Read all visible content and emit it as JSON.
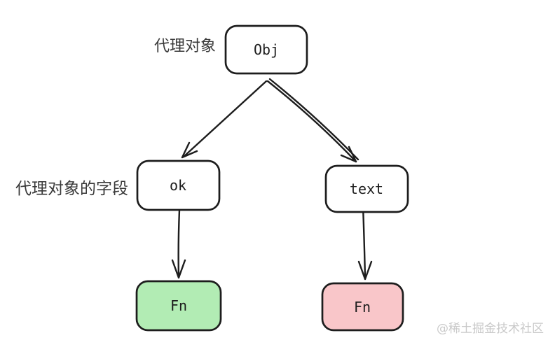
{
  "diagram": {
    "annotations": {
      "proxy_object": "代理对象",
      "proxy_object_fields": "代理对象的字段"
    },
    "nodes": {
      "obj": {
        "label": "Obj",
        "fill": "#ffffff"
      },
      "ok": {
        "label": "ok",
        "fill": "#ffffff"
      },
      "text": {
        "label": "text",
        "fill": "#ffffff"
      },
      "fn_left": {
        "label": "Fn",
        "fill": "#b2ecb4"
      },
      "fn_right": {
        "label": "Fn",
        "fill": "#f9c6c9"
      }
    },
    "edges": [
      {
        "from": "obj",
        "to": "ok"
      },
      {
        "from": "obj",
        "to": "text"
      },
      {
        "from": "ok",
        "to": "fn_left"
      },
      {
        "from": "text",
        "to": "fn_right"
      }
    ],
    "colors": {
      "stroke": "#1d1d1d",
      "green_fill": "#b2ecb4",
      "pink_fill": "#f9c6c9",
      "annotation_text": "#3a3a3a",
      "watermark_text": "#c9c9c9"
    }
  },
  "watermark": "@稀土掘金技术社区"
}
